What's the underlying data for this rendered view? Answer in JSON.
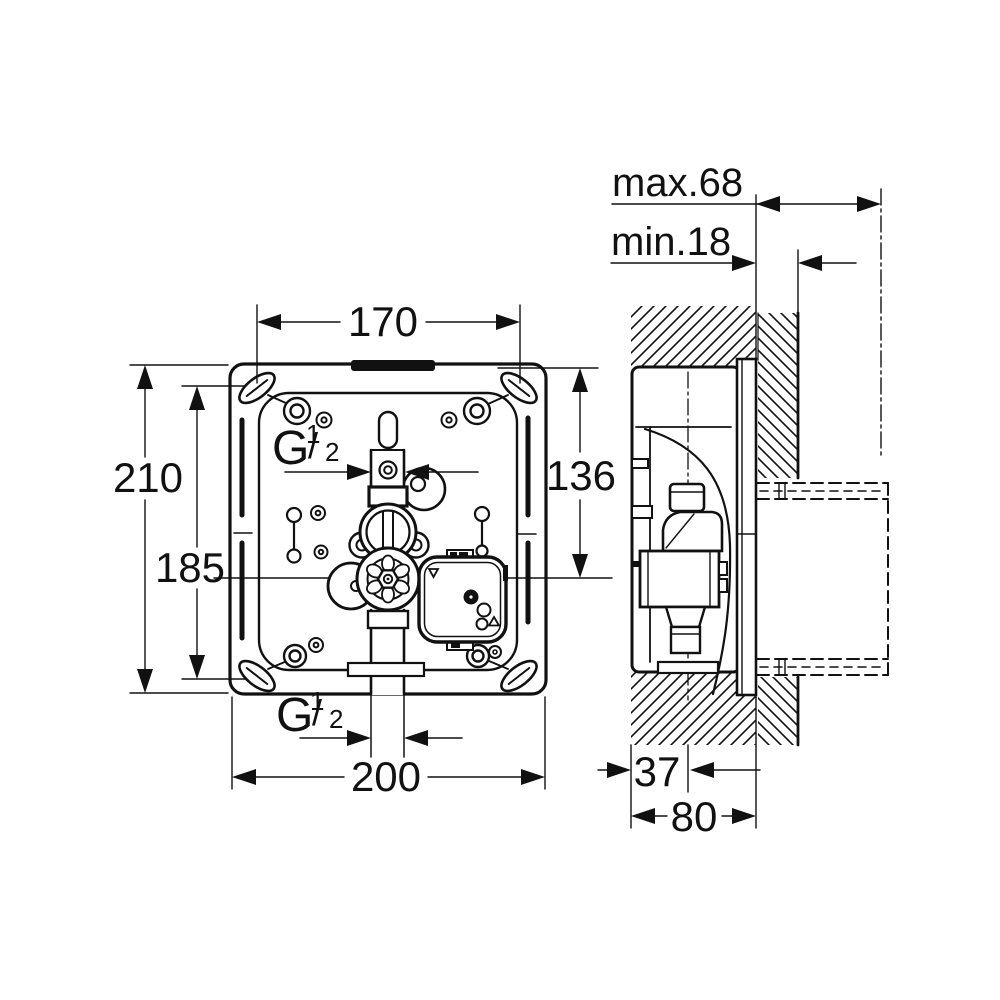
{
  "document": {
    "type": "technical installation drawing",
    "views": [
      "front view of mounting box",
      "wall section side view"
    ],
    "line_color": "#111111",
    "background": "#ffffff"
  },
  "front_view": {
    "dims": {
      "top_width": "170",
      "overall_height": "210",
      "screw_height": "185",
      "inlet_height": "136",
      "overall_width": "200"
    },
    "thread_top": {
      "letter": "G",
      "numerator": "1",
      "slash": "/",
      "denominator": "2"
    },
    "thread_bottom": {
      "letter": "G",
      "numerator": "1",
      "slash": "/",
      "denominator": "2"
    }
  },
  "side_view": {
    "dims": {
      "max_depth": "max.68",
      "min_depth": "min.18",
      "center_offset": "37",
      "overall_depth": "80"
    }
  }
}
